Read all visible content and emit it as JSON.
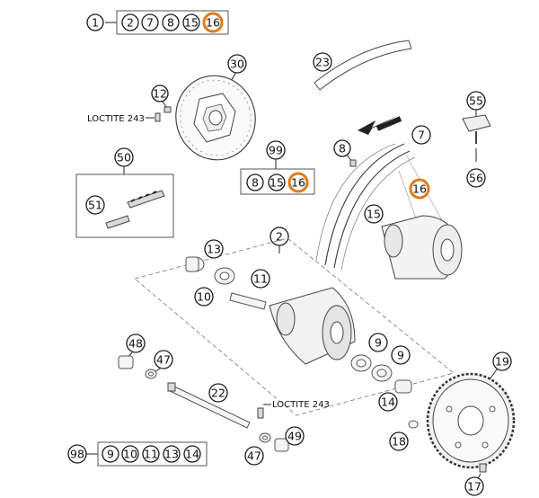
{
  "accent_color": "#e07a18",
  "callouts": {
    "c1": "1",
    "c2": "2",
    "c7": "7",
    "c8": "8",
    "c9": "9",
    "c10": "10",
    "c11": "11",
    "c12": "12",
    "c13": "13",
    "c14": "14",
    "c15": "15",
    "c16": "16",
    "c17": "17",
    "c18": "18",
    "c19": "19",
    "c22": "22",
    "c23": "23",
    "c30": "30",
    "c47": "47",
    "c48": "48",
    "c49": "49",
    "c50": "50",
    "c51": "51",
    "c55": "55",
    "c56": "56",
    "c98": "98",
    "c99": "99"
  },
  "labels": {
    "loctite_top": "LOCTITE 243",
    "loctite_bottom": "LOCTITE 243"
  }
}
